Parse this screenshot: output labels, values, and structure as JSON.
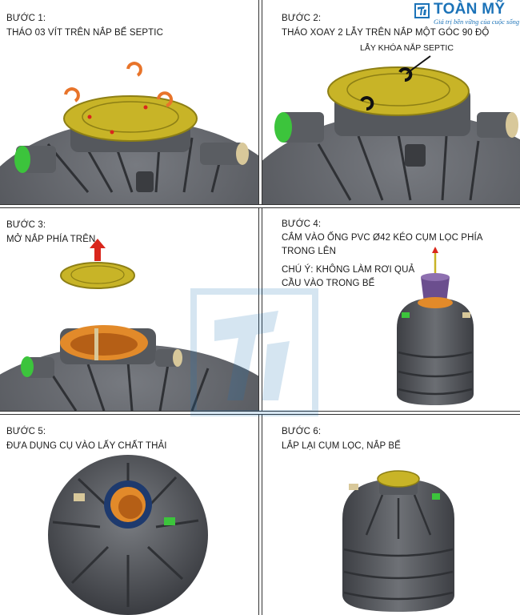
{
  "brand": {
    "name": "TOÀN MỸ",
    "slogan": "Giá trị bền vững của cuộc sống",
    "color": "#1c73b8"
  },
  "steps": [
    {
      "title": "BƯỚC 1:",
      "lines": [
        "THÁO 03 VÍT TRÊN NẮP BỂ SEPTIC"
      ]
    },
    {
      "title": "BƯỚC 2:",
      "lines": [
        "THÁO XOAY 2 LẪY TRÊN NẮP MỘT GÓC 90 ĐỘ"
      ],
      "callout": "LẪY KHÓA NẮP SEPTIC"
    },
    {
      "title": "BƯỚC 3:",
      "lines": [
        "MỞ NẮP PHÍA TRÊN"
      ]
    },
    {
      "title": "BƯỚC 4:",
      "lines": [
        "CẮM VÀO ỐNG PVC Ø42 KÉO CỤM LỌC PHÍA",
        "TRONG LÊN",
        "CHÚ Ý: KHÔNG LÀM RƠI QUẢ",
        "CẦU VÀO TRONG BỂ"
      ]
    },
    {
      "title": "BƯỚC 5:",
      "lines": [
        "ĐƯA DỤNG CỤ VÀO LẤY CHẤT THẢI"
      ]
    },
    {
      "title": "BƯỚC 6:",
      "lines": [
        "LẮP LẠI  CỤM LỌC, NẮP BỂ"
      ]
    }
  ],
  "colors": {
    "tank": "#4a4d52",
    "tank_light": "#6b6e73",
    "lid": "#c8b427",
    "inlet": "#3cc43c",
    "outlet": "#d8c89a",
    "arrow_orange": "#e8742a",
    "arrow_red": "#d9261c"
  }
}
